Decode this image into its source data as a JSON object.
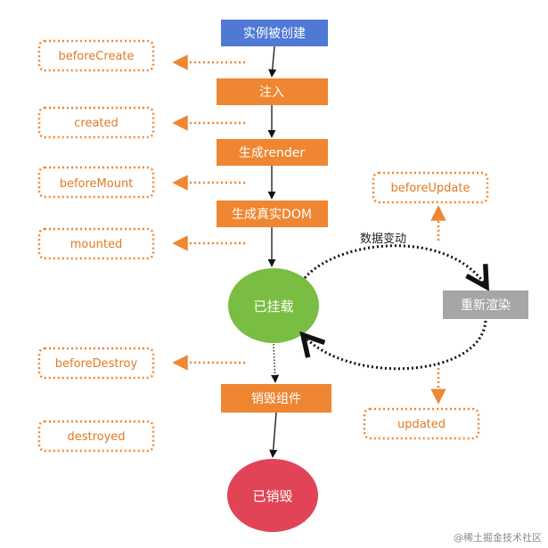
{
  "colors": {
    "blue": "#4f79d5",
    "orange": "#ef8632",
    "hook_border": "#ef8632",
    "hook_text": "#e07b22",
    "green": "#79be43",
    "red": "#e14457",
    "gray": "#a7a5a5"
  },
  "steps": {
    "created_instance": "实例被创建",
    "inject": "注入",
    "render": "生成render",
    "real_dom": "生成真实DOM",
    "destroy_component": "销毁组件",
    "update_render": "重新渲染"
  },
  "states": {
    "mounted": "已挂载",
    "destroyed": "已销毁"
  },
  "hooks": {
    "before_create": "beforeCreate",
    "created": "created",
    "before_mount": "beforeMount",
    "mounted": "mounted",
    "before_destroy": "beforeDestroy",
    "destroyed": "destroyed",
    "before_update": "beforeUpdate",
    "updated": "updated"
  },
  "edge_labels": {
    "data_change": "数据变动"
  },
  "watermark": "@稀土掘金技术社区"
}
